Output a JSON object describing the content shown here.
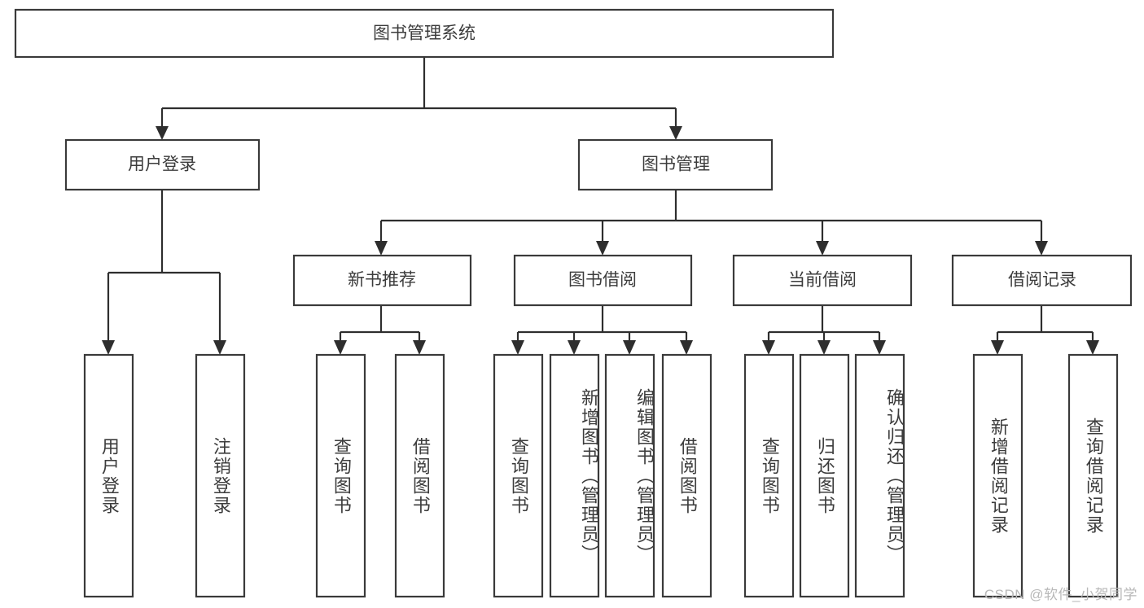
{
  "diagram": {
    "title": "图书管理系统",
    "type": "tree-hierarchy-diagram",
    "root": {
      "id": "root",
      "label": "图书管理系统",
      "orientation": "horizontal"
    },
    "level1": [
      {
        "id": "user-login",
        "label": "用户登录",
        "orientation": "horizontal"
      },
      {
        "id": "book-management",
        "label": "图书管理",
        "orientation": "horizontal"
      }
    ],
    "level2": [
      {
        "id": "new-book-recommend",
        "label": "新书推荐",
        "parent": "book-management",
        "orientation": "horizontal"
      },
      {
        "id": "book-borrow",
        "label": "图书借阅",
        "parent": "book-management",
        "orientation": "horizontal"
      },
      {
        "id": "current-borrow",
        "label": "当前借阅",
        "parent": "book-management",
        "orientation": "horizontal"
      },
      {
        "id": "borrow-record",
        "label": "借阅记录",
        "parent": "book-management",
        "orientation": "horizontal"
      }
    ],
    "leaves": [
      {
        "id": "leaf-user-login",
        "label": "用户登录",
        "parent": "user-login",
        "orientation": "vertical"
      },
      {
        "id": "leaf-logout-login",
        "label": "注销登录",
        "parent": "user-login",
        "orientation": "vertical"
      },
      {
        "id": "leaf-query-book-1",
        "label": "查询图书",
        "parent": "new-book-recommend",
        "orientation": "vertical"
      },
      {
        "id": "leaf-borrow-book-1",
        "label": "借阅图书",
        "parent": "new-book-recommend",
        "orientation": "vertical"
      },
      {
        "id": "leaf-query-book-2",
        "label": "查询图书",
        "parent": "book-borrow",
        "orientation": "vertical"
      },
      {
        "id": "leaf-add-book-admin",
        "label": "新增图书（管理员）",
        "parent": "book-borrow",
        "orientation": "vertical"
      },
      {
        "id": "leaf-edit-book-admin",
        "label": "编辑图书（管理员）",
        "parent": "book-borrow",
        "orientation": "vertical"
      },
      {
        "id": "leaf-borrow-book-2",
        "label": "借阅图书",
        "parent": "book-borrow",
        "orientation": "vertical"
      },
      {
        "id": "leaf-query-book-3",
        "label": "查询图书",
        "parent": "current-borrow",
        "orientation": "vertical"
      },
      {
        "id": "leaf-return-book",
        "label": "归还图书",
        "parent": "current-borrow",
        "orientation": "vertical"
      },
      {
        "id": "leaf-confirm-return-admin",
        "label": "确认归还（管理员）",
        "parent": "current-borrow",
        "orientation": "vertical"
      },
      {
        "id": "leaf-add-borrow-record",
        "label": "新增借阅记录",
        "parent": "borrow-record",
        "orientation": "vertical"
      },
      {
        "id": "leaf-query-borrow-record",
        "label": "查询借阅记录",
        "parent": "borrow-record",
        "orientation": "vertical"
      }
    ]
  },
  "watermark": {
    "text": "CSDN @软件_小贺同学"
  },
  "colors": {
    "box_stroke": "#3a3a3a",
    "box_fill": "#ffffff",
    "connector": "#2e2e2e",
    "text": "#3c3c3c",
    "watermark": "#b8b8b8",
    "background": "#ffffff"
  }
}
